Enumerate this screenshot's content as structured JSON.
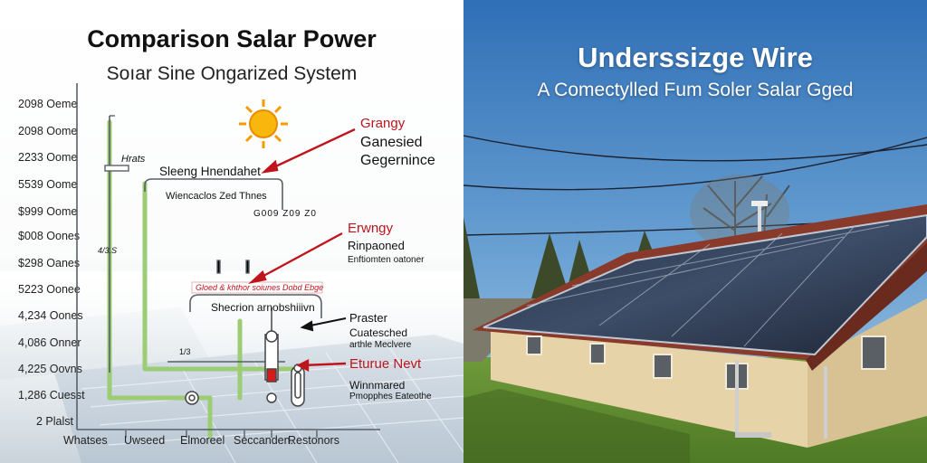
{
  "left": {
    "title": "Comparison Salar Power",
    "subtitle": "Soıar Sine Ongarized System",
    "y_labels": [
      "2098 Oeme",
      "2098 Oome",
      "2233 Oome",
      "5539 Oome",
      "$999 Oome",
      "$008 Oones",
      "$298 Oanes",
      "5223 Oonee",
      "4,234 Oones",
      "4,086 Onner",
      "4,225 Oovns",
      "1,286 Cuesst",
      "2 Plalst"
    ],
    "x_labels": [
      "Whatses",
      "Uwseed",
      "Elmoreel",
      "Seccanden.",
      "Restonors"
    ],
    "diagram": {
      "hrats": "Hrats",
      "sleeng": "Sleeng Hnendahet",
      "wiencaclos": "Wiencaclos Zed Thnes",
      "code1": "G009 Z09 Z0",
      "red_strip": "Gloed & khthor soiunes Dobd Ebge",
      "shecrion": "Shecrion arnobshiiivn",
      "x1": "1/3",
      "x2": "4/3.S"
    },
    "annotations": {
      "grangy": "Grangy",
      "ganesied": "Ganesied",
      "gegernince": "Gegernince",
      "erwngy": "Erwngy",
      "rinpaoned": "Rinpaoned",
      "enftiomten": "Enftiomten oatoner",
      "praster": "Praster",
      "cuatesched": "Cuatesched",
      "artitle": "arthle Meclvere",
      "eturue": "Eturue Nevt",
      "winnmared": "Winnmared",
      "pmopphes": "Pmopphes Eateothe"
    }
  },
  "right": {
    "title": "Underssizge Wire",
    "subtitle": "A Comectylled Fum Soler Salar Gged"
  }
}
